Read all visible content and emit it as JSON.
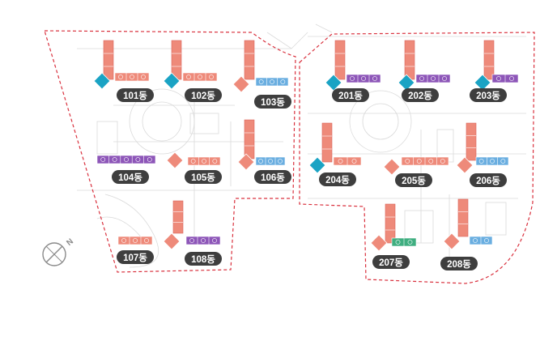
{
  "colors": {
    "boundary": "#d9303d",
    "salmon": "#ee8a7a",
    "salmon_dark": "#d9655a",
    "teal": "#1aa3c4",
    "purple": "#8d56b8",
    "blue": "#6aaee0",
    "green": "#3fae80",
    "label_bg": "#3e3e3e",
    "site_lines": "#cfcfcf",
    "compass": "#8a8a8a"
  },
  "compass": {
    "north_label": "N"
  },
  "buildings": [
    {
      "id": "101",
      "label": "101동"
    },
    {
      "id": "102",
      "label": "102동"
    },
    {
      "id": "103",
      "label": "103동"
    },
    {
      "id": "104",
      "label": "104동"
    },
    {
      "id": "105",
      "label": "105동"
    },
    {
      "id": "106",
      "label": "106동"
    },
    {
      "id": "107",
      "label": "107동"
    },
    {
      "id": "108",
      "label": "108동"
    },
    {
      "id": "201",
      "label": "201동"
    },
    {
      "id": "202",
      "label": "202동"
    },
    {
      "id": "203",
      "label": "203동"
    },
    {
      "id": "204",
      "label": "204동"
    },
    {
      "id": "205",
      "label": "205동"
    },
    {
      "id": "206",
      "label": "206동"
    },
    {
      "id": "207",
      "label": "207동"
    },
    {
      "id": "208",
      "label": "208동"
    }
  ]
}
